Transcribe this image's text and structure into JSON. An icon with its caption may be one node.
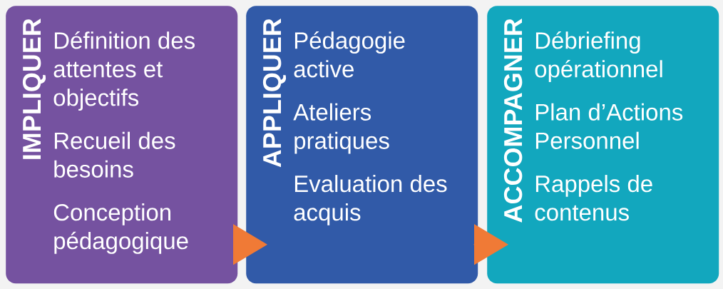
{
  "diagram": {
    "nodes": [
      {
        "text": [
          "IMPLIQUER",
          "Définition des attentes et objectifs",
          "Recueil des besoins",
          "Conception pédagogique"
        ]
      },
      {
        "text": [
          "APPLIQUER",
          "Pédagogie active",
          "Ateliers pratiques",
          "Evaluation des acquis"
        ]
      },
      {
        "text": [
          "ACCOMPAGNER",
          "Débriefing opérationnel",
          "Plan d’Actions Personnel",
          "Rappels de contenus"
        ]
      }
    ],
    "edges": [
      {
        "from": 0,
        "to": 1,
        "arrow": "to"
      },
      {
        "from": 1,
        "to": 2,
        "arrow": "to"
      }
    ]
  }
}
